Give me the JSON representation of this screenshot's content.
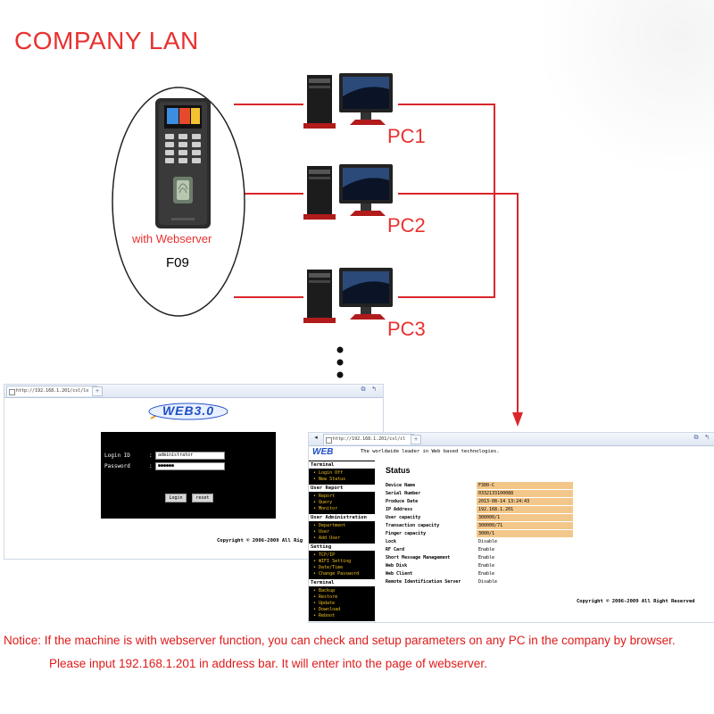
{
  "title": "COMPANY LAN",
  "device": {
    "caption": "with Webserver",
    "model": "F09"
  },
  "pcs": [
    {
      "label": "PC1"
    },
    {
      "label": "PC2"
    },
    {
      "label": "PC3"
    }
  ],
  "colors": {
    "accent": "#e8312f",
    "link_line": "#d9262a",
    "nav_bg": "#000000",
    "nav_text": "#f0c020",
    "highlight": "#f3c78a"
  },
  "login_window": {
    "tab_url": "http://192.168.1.201/csl/lo",
    "logo": "WEB3.0",
    "login_id_label": "Login ID",
    "login_id_value": "administrator",
    "password_label": "Password",
    "password_value": "●●●●●●",
    "login_button": "Login",
    "reset_button": "reset",
    "copyright": "Copyright © 2006-2009 All Rig"
  },
  "status_window": {
    "tab_url": "http://192.168.1.201/csl/cl",
    "logo": "WEB",
    "slogan": "The worldwide leader in Web based technologies.",
    "nav": [
      {
        "heading": "Terminal",
        "items": [
          "Login Off",
          "New Status"
        ]
      },
      {
        "heading": "User Report",
        "items": [
          "Report",
          "Query",
          "Monitor"
        ]
      },
      {
        "heading": "User Administration",
        "items": [
          "Department",
          "User",
          "Add User"
        ]
      },
      {
        "heading": "Setting",
        "items": [
          "TCP/IP",
          "WIFI Setting",
          "Date/Time",
          "Change Password"
        ]
      },
      {
        "heading": "Terminal",
        "items": [
          "Backup",
          "Restore",
          "Update",
          "Download",
          "Reboot"
        ]
      }
    ],
    "heading": "Status",
    "rows": [
      {
        "key": "Device Name",
        "value": "F300-C"
      },
      {
        "key": "Serial Number",
        "value": "0332133100088"
      },
      {
        "key": "Produce Date",
        "value": "2013-08-14 13:24:43"
      },
      {
        "key": "IP Address",
        "value": "192.168.1.201"
      },
      {
        "key": "User capacity",
        "value": "300000/1"
      },
      {
        "key": "Transaction capacity",
        "value": "300000/71"
      },
      {
        "key": "Finger capacity",
        "value": "3000/1"
      },
      {
        "key": "Lock",
        "value": "Disable"
      },
      {
        "key": "RF Card",
        "value": "Enable"
      },
      {
        "key": "Short Message Management",
        "value": "Enable"
      },
      {
        "key": "Web Disk",
        "value": "Enable"
      },
      {
        "key": "Web Client",
        "value": "Enable"
      },
      {
        "key": "Remote Identification Server",
        "value": "Disable"
      }
    ],
    "copyright": "Copyright © 2006-2009 All Right Reserved"
  },
  "notice": {
    "line1": "Notice: If the machine is with webserver function, you can check and setup parameters on any PC in the company by browser.",
    "line2": "Please input 192.168.1.201 in address bar. It will enter into the page of webserver."
  }
}
